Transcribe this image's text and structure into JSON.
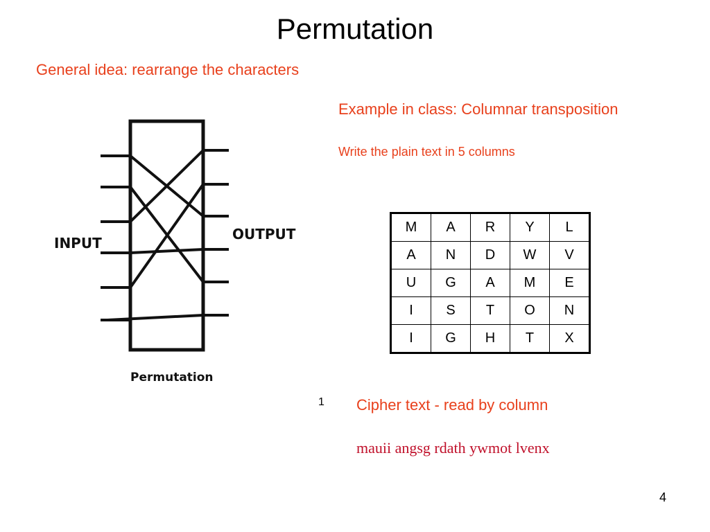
{
  "title": "Permutation",
  "subtitle": "General idea: rearrange the characters",
  "example": "Example in class: Columnar transposition",
  "instruction": "Write the plain text in 5 columns",
  "grid": [
    [
      "M",
      "A",
      "R",
      "Y",
      "L"
    ],
    [
      "A",
      "N",
      "D",
      "W",
      "V"
    ],
    [
      "U",
      "G",
      "A",
      "M",
      "E"
    ],
    [
      "I",
      "S",
      "T",
      "O",
      "N"
    ],
    [
      "I",
      "G",
      "H",
      "T",
      "X"
    ]
  ],
  "cipher_label": "Cipher text - read by column",
  "cipher_text": "mauii angsg rdath ywmot lvenx",
  "footnote": "1",
  "page_number": "4",
  "diagram": {
    "input_label": "INPUT",
    "output_label": "OUTPUT",
    "box_label": "Permutation"
  },
  "colors": {
    "accent": "#e8401c",
    "cipher": "#c0102a"
  }
}
